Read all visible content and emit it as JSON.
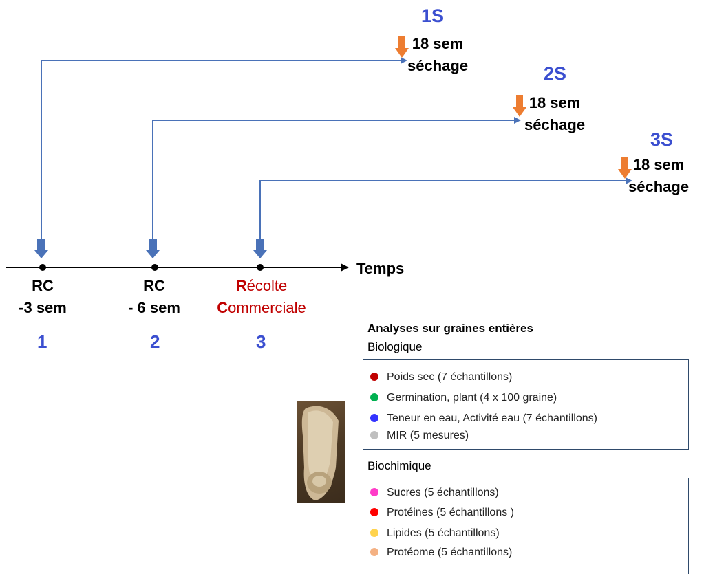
{
  "batches": [
    {
      "title": "1S",
      "duration": "18 sem",
      "drying": "séchage"
    },
    {
      "title": "2S",
      "duration": "18 sem",
      "drying": "séchage"
    },
    {
      "title": "3S",
      "duration": "18 sem",
      "drying": "séchage"
    }
  ],
  "timeline": {
    "axis_label": "Temps",
    "points": [
      {
        "line1": "RC",
        "line2": "-3 sem",
        "number": "1"
      },
      {
        "line1": "RC",
        "line2": "- 6 sem",
        "number": "2"
      },
      {
        "line1_initial": "R",
        "line1_rest": "écolte",
        "line2_initial": "C",
        "line2_rest": "ommerciale",
        "number": "3"
      }
    ]
  },
  "analyses": {
    "title": "Analyses sur graines entières",
    "biological": {
      "label": "Biologique",
      "items": [
        {
          "text": "Poids sec (7 échantillons)",
          "color": "#c00000"
        },
        {
          "text": "Germination, plant (4 x  100 graine)",
          "color": "#00b050"
        },
        {
          "text": "Teneur en eau, Activité  eau (7 échantillons)",
          "color": "#3333ff"
        },
        {
          "text": "MIR (5 mesures)",
          "color": "#bfbfbf"
        }
      ]
    },
    "biochemical": {
      "label": "Biochimique",
      "items": [
        {
          "text": "Sucres (5 échantillons)",
          "color": "#ff3cc8"
        },
        {
          "text": "Protéines (5 échantillons )",
          "color": "#ff0000"
        },
        {
          "text": "Lipides (5 échantillons)",
          "color": "#ffd34d"
        },
        {
          "text": "Protéome (5 échantillons)",
          "color": "#f4b183"
        }
      ]
    }
  },
  "colors": {
    "connector": "#4a72b8",
    "down_arrow_blue": "#4a72b8",
    "down_arrow_orange": "#ed7d31",
    "accent_blue": "#3b4fd0",
    "accent_red": "#c00000"
  }
}
